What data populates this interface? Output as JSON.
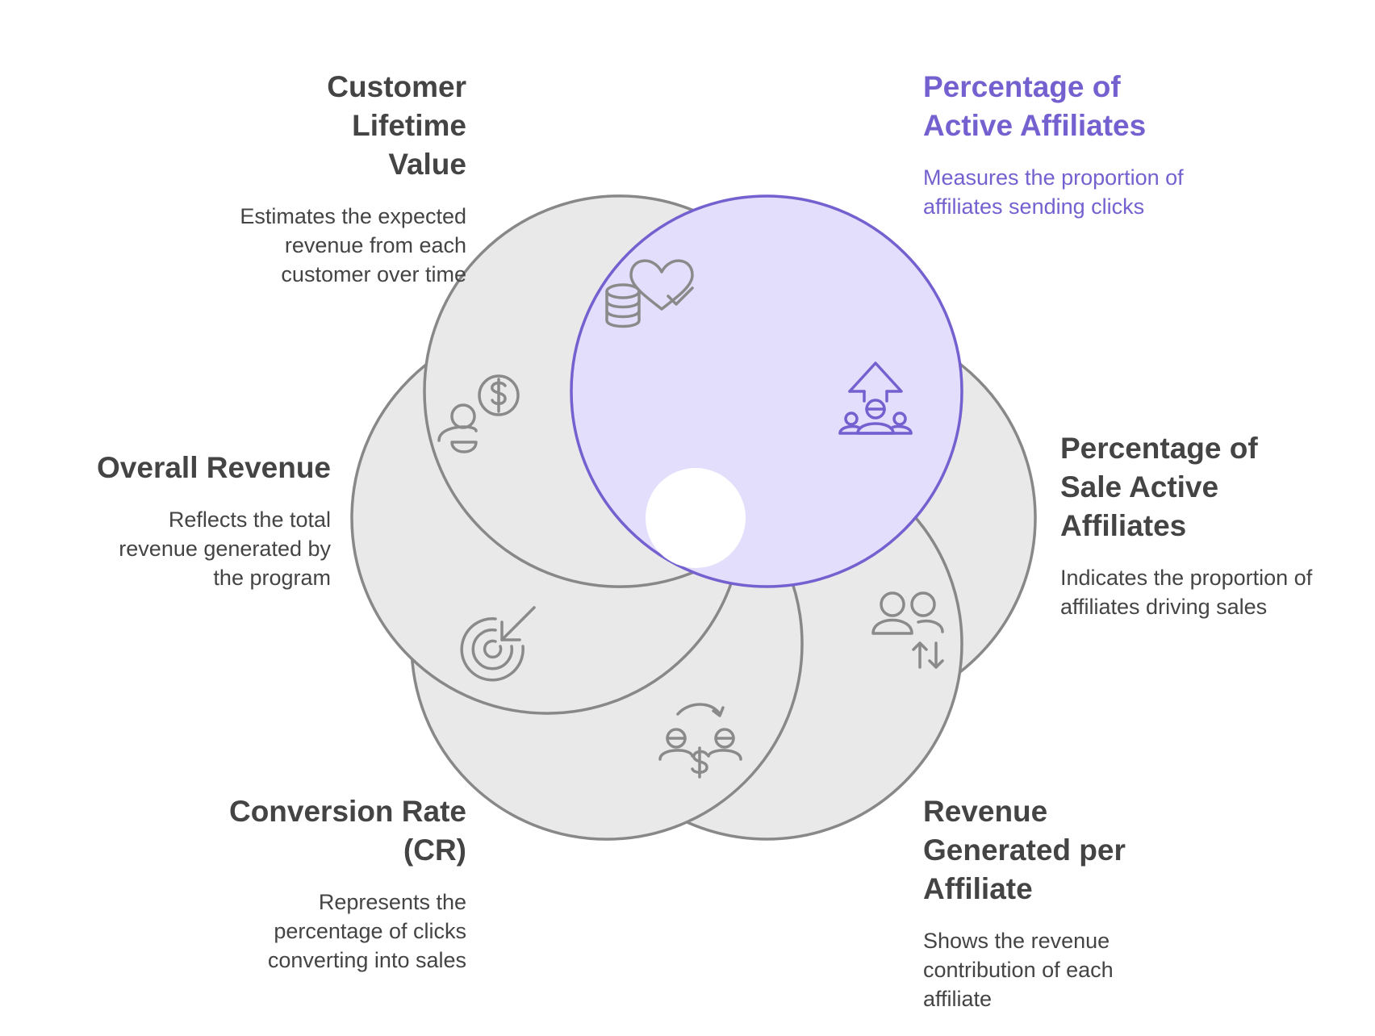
{
  "colors": {
    "text": "#444444",
    "highlight": "#7560D0",
    "petal_fill": "#E9E9E9",
    "petal_stroke": "#888888",
    "highlight_fill": "#E3DEFC",
    "highlight_stroke": "#7560D0",
    "icon": "#8A8A8A"
  },
  "items": [
    {
      "title": "Customer Lifetime Value",
      "description": "Estimates the expected revenue from each customer over time",
      "icon": "database-heart-check-icon",
      "highlighted": false
    },
    {
      "title": "Percentage of Active Affiliates",
      "description": "Measures the proportion of affiliates sending clicks",
      "icon": "team-growth-arrow-icon",
      "highlighted": true
    },
    {
      "title": "Percentage of Sale Active Affiliates",
      "description": "Indicates the proportion of affiliates driving sales",
      "icon": "users-up-down-arrows-icon",
      "highlighted": false
    },
    {
      "title": "Revenue Generated per Affiliate",
      "description": "Shows the revenue contribution of each affiliate",
      "icon": "people-exchange-dollar-icon",
      "highlighted": false
    },
    {
      "title": "Conversion Rate (CR)",
      "description": "Represents the percentage of clicks converting into sales",
      "icon": "target-arrow-icon",
      "highlighted": false
    },
    {
      "title": "Overall Revenue",
      "description": "Reflects the total revenue generated by the program",
      "icon": "person-dollar-icon",
      "highlighted": false
    }
  ]
}
